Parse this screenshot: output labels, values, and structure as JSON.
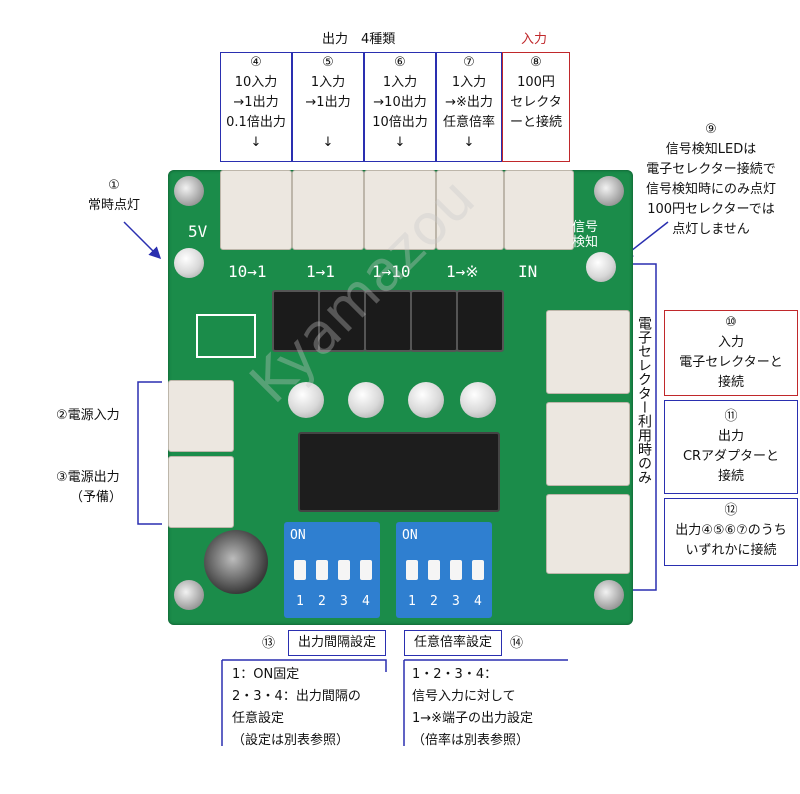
{
  "header": {
    "output_types": "出力　4種類",
    "input": "入力"
  },
  "outputs": [
    {
      "num": "④",
      "l1": "10入力",
      "l2": "→1出力",
      "l3": "0.1倍出力",
      "arrow": "↓"
    },
    {
      "num": "⑤",
      "l1": "1入力",
      "l2": "→1出力",
      "l3": "",
      "arrow": "↓"
    },
    {
      "num": "⑥",
      "l1": "1入力",
      "l2": "→10出力",
      "l3": "10倍出力",
      "arrow": "↓"
    },
    {
      "num": "⑦",
      "l1": "1入力",
      "l2": "→※出力",
      "l3": "任意倍率",
      "arrow": "↓"
    }
  ],
  "input_box": {
    "num": "⑧",
    "l1": "100円",
    "l2": "セレクタ",
    "l3": "ーと接続"
  },
  "note9": {
    "num": "⑨",
    "l1": "信号検知LEDは",
    "l2": "電子セレクター接続で",
    "l3": "信号検知時にのみ点灯",
    "l4": "100円セレクターでは",
    "l5": "点灯しません"
  },
  "note1": {
    "num": "①",
    "l1": "常時点灯"
  },
  "left": {
    "power_in": "②電源入力",
    "power_out": "③電源出力",
    "spare": "（予備）"
  },
  "side_label": "電子セレクター利用時のみ",
  "box10": {
    "num": "⑩",
    "l1": "入力",
    "l2": "電子セレクターと",
    "l3": "接続"
  },
  "box11": {
    "num": "⑪",
    "l1": "出力",
    "l2": "CRアダプターと",
    "l3": "接続"
  },
  "box12": {
    "num": "⑫",
    "l1": "出力④⑤⑥⑦のうち",
    "l2": "いずれかに接続"
  },
  "bottom_left": {
    "num": "⑬",
    "title": "出力間隔設定",
    "l1": "1：ON固定",
    "l2": "2・3・4：出力間隔の",
    "l3": "任意設定",
    "l4": "（設定は別表参照）"
  },
  "bottom_right": {
    "num": "⑭",
    "title": "任意倍率設定",
    "l1": "1・2・3・4：",
    "l2": "信号入力に対して",
    "l3": "1→※端子の出力設定",
    "l4": "（倍率は別表参照）"
  },
  "board_silk": {
    "v5": "5V",
    "c1": "10→1",
    "c2": "1→1",
    "c3": "1→10",
    "c4": "1→※",
    "c5": "IN",
    "sig": "信号検知",
    "on1": "ON",
    "on2": "ON",
    "sw": [
      "1",
      "2",
      "3",
      "4"
    ],
    "watermark": "Kyamazou"
  },
  "colors": {
    "box_blue": "#2a2fb0",
    "box_red": "#c0282b",
    "pcb": "#1b8c4a",
    "dip": "#2f7fd0"
  }
}
